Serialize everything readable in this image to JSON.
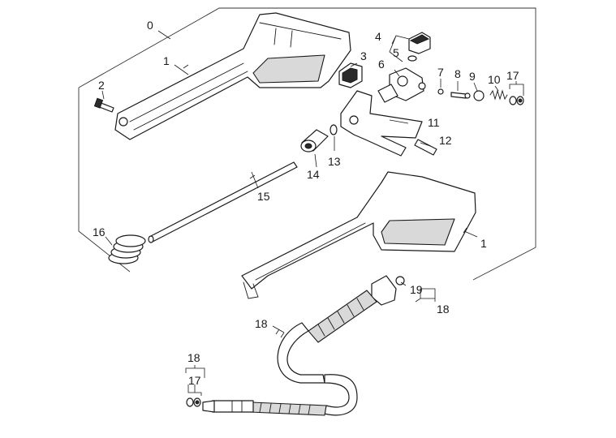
{
  "labels": {
    "p0": "0",
    "p1a": "1",
    "p1b": "1",
    "p2": "2",
    "p3": "3",
    "p4": "4",
    "p5": "5",
    "p6": "6",
    "p7": "7",
    "p8": "8",
    "p9": "9",
    "p10": "10",
    "p11": "11",
    "p12": "12",
    "p13": "13",
    "p14": "14",
    "p15": "15",
    "p16": "16",
    "p17a": "17",
    "p17b": "17",
    "p18a": "18",
    "p18b": "18",
    "p18c": "18",
    "p19": "19"
  }
}
